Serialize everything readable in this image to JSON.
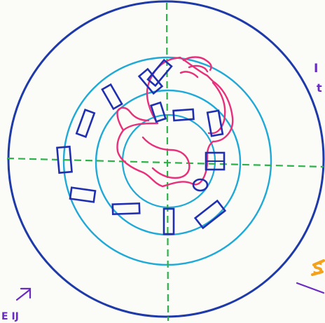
{
  "colors": {
    "paper": "#fbfbf8",
    "outer_circle": "#1e3aa8",
    "inner_circles": "#1fa9d6",
    "tiles": "#1f2fb0",
    "axes": "#2db24a",
    "figure": "#e8307a",
    "margin_purple": "#6a2bc2",
    "margin_orange": "#f2a21c"
  },
  "icons": {
    "corner_mark": "arrow-up-right-icon"
  },
  "edge_fragments": {
    "right_top": "I",
    "right_mid": "t",
    "right_bottom": "S",
    "bottom_left": "E IJ"
  }
}
